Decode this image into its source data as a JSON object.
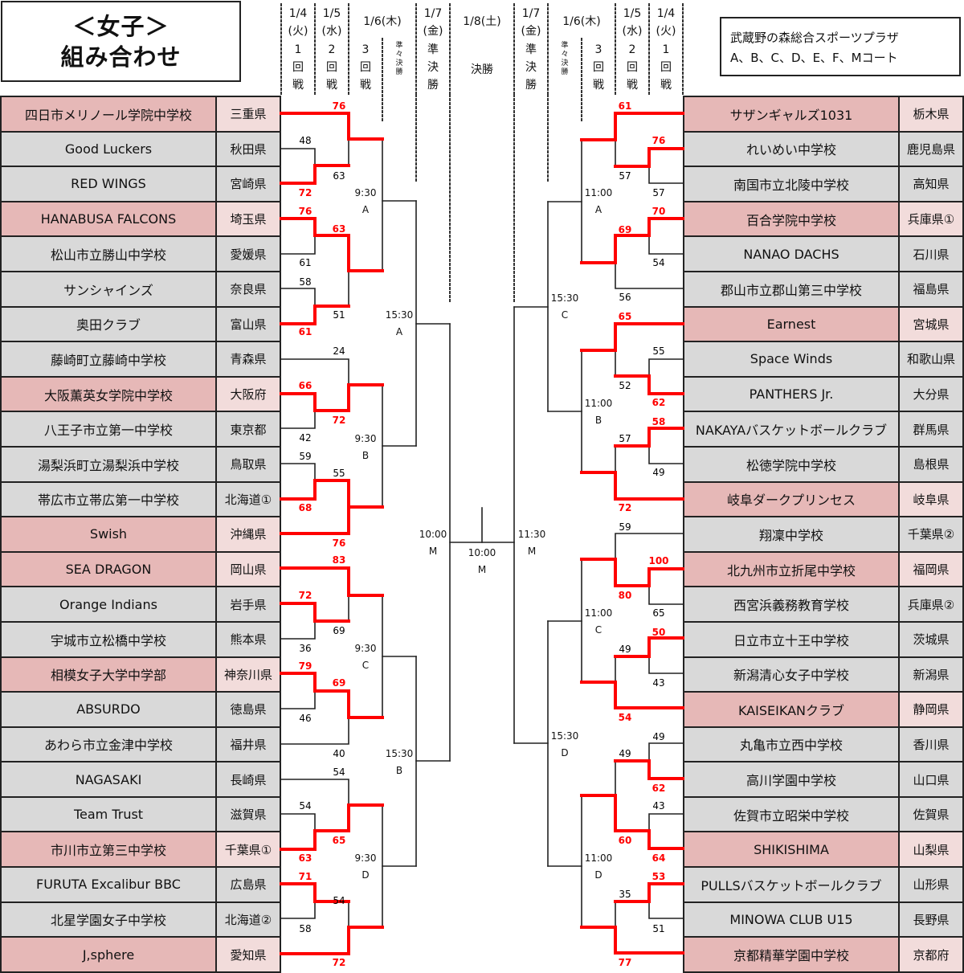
{
  "title": {
    "line1": "＜女子＞",
    "line2": "組み合わせ"
  },
  "venue": {
    "line1": "武蔵野の森総合スポーツプラザ",
    "line2": "A、B、C、D、E、F、Mコート"
  },
  "header": {
    "left_cols": [
      {
        "lines": [
          "1/4",
          "(火)",
          "1",
          "回",
          "戦"
        ]
      },
      {
        "lines": [
          "1/5",
          "(水)",
          "2",
          "回",
          "戦"
        ]
      },
      {
        "lines": [
          "",
          "",
          "3",
          "回",
          "戦"
        ]
      },
      {
        "lines": [
          "準",
          "々",
          "決",
          "勝"
        ],
        "small": true
      },
      {
        "lines": [
          "1/7",
          "(金)",
          "準",
          "決",
          "勝"
        ]
      }
    ],
    "left_span_date": "1/6(木)",
    "final_date": "1/8(土)",
    "final_label": "決勝",
    "right_cols": [
      {
        "lines": [
          "1/7",
          "(金)",
          "準",
          "決",
          "勝"
        ]
      },
      {
        "lines": [
          "準",
          "々",
          "決",
          "勝"
        ],
        "small": true
      },
      {
        "lines": [
          "",
          "",
          "3",
          "回",
          "戦"
        ]
      },
      {
        "lines": [
          "1/5",
          "(水)",
          "2",
          "回",
          "戦"
        ]
      },
      {
        "lines": [
          "1/4",
          "(火)",
          "1",
          "回",
          "戦"
        ]
      }
    ],
    "right_span_date": "1/6(木)"
  },
  "colors": {
    "seed_name": "#e6b8b7",
    "seed_pref": "#f2dcdb",
    "normal": "#d9d9d9",
    "winner_line": "#ff0000"
  },
  "left_teams": [
    {
      "name": "四日市メリノール学院中学校",
      "pref": "三重県",
      "seed": true
    },
    {
      "name": "Good Luckers",
      "pref": "秋田県"
    },
    {
      "name": "RED WINGS",
      "pref": "宮崎県"
    },
    {
      "name": "HANABUSA FALCONS",
      "pref": "埼玉県",
      "seed": true
    },
    {
      "name": "松山市立勝山中学校",
      "pref": "愛媛県"
    },
    {
      "name": "サンシャインズ",
      "pref": "奈良県"
    },
    {
      "name": "奥田クラブ",
      "pref": "富山県"
    },
    {
      "name": "藤崎町立藤崎中学校",
      "pref": "青森県"
    },
    {
      "name": "大阪薫英女学院中学校",
      "pref": "大阪府",
      "seed": true
    },
    {
      "name": "八王子市立第一中学校",
      "pref": "東京都"
    },
    {
      "name": "湯梨浜町立湯梨浜中学校",
      "pref": "鳥取県"
    },
    {
      "name": "帯広市立帯広第一中学校",
      "pref": "北海道①"
    },
    {
      "name": "Swish",
      "pref": "沖縄県",
      "seed": true
    },
    {
      "name": "SEA DRAGON",
      "pref": "岡山県",
      "seed": true
    },
    {
      "name": "Orange Indians",
      "pref": "岩手県"
    },
    {
      "name": "宇城市立松橋中学校",
      "pref": "熊本県"
    },
    {
      "name": "相模女子大学中学部",
      "pref": "神奈川県",
      "seed": true
    },
    {
      "name": "ABSURDO",
      "pref": "徳島県"
    },
    {
      "name": "あわら市立金津中学校",
      "pref": "福井県"
    },
    {
      "name": "NAGASAKI",
      "pref": "長崎県"
    },
    {
      "name": "Team Trust",
      "pref": "滋賀県"
    },
    {
      "name": "市川市立第三中学校",
      "pref": "千葉県①",
      "seed": true
    },
    {
      "name": "FURUTA Excalibur BBC",
      "pref": "広島県"
    },
    {
      "name": "北星学園女子中学校",
      "pref": "北海道②"
    },
    {
      "name": "J,sphere",
      "pref": "愛知県",
      "seed": true
    }
  ],
  "right_teams": [
    {
      "name": "サザンギャルズ1031",
      "pref": "栃木県",
      "seed": true
    },
    {
      "name": "れいめい中学校",
      "pref": "鹿児島県"
    },
    {
      "name": "南国市立北陵中学校",
      "pref": "高知県"
    },
    {
      "name": "百合学院中学校",
      "pref": "兵庫県①",
      "seed": true
    },
    {
      "name": "NANAO DACHS",
      "pref": "石川県"
    },
    {
      "name": "郡山市立郡山第三中学校",
      "pref": "福島県"
    },
    {
      "name": "Earnest",
      "pref": "宮城県",
      "seed": true
    },
    {
      "name": "Space Winds",
      "pref": "和歌山県"
    },
    {
      "name": "PANTHERS Jr.",
      "pref": "大分県"
    },
    {
      "name": "NAKAYAバスケットボールクラブ",
      "pref": "群馬県"
    },
    {
      "name": "松徳学院中学校",
      "pref": "島根県"
    },
    {
      "name": "岐阜ダークプリンセス",
      "pref": "岐阜県",
      "seed": true
    },
    {
      "name": "翔凜中学校",
      "pref": "千葉県②"
    },
    {
      "name": "北九州市立折尾中学校",
      "pref": "福岡県",
      "seed": true
    },
    {
      "name": "西宮浜義務教育学校",
      "pref": "兵庫県②"
    },
    {
      "name": "日立市立十王中学校",
      "pref": "茨城県"
    },
    {
      "name": "新潟清心女子中学校",
      "pref": "新潟県"
    },
    {
      "name": "KAISEIKANクラブ",
      "pref": "静岡県",
      "seed": true
    },
    {
      "name": "丸亀市立西中学校",
      "pref": "香川県"
    },
    {
      "name": "高川学園中学校",
      "pref": "山口県"
    },
    {
      "name": "佐賀市立昭栄中学校",
      "pref": "佐賀県"
    },
    {
      "name": "SHIKISHIMA",
      "pref": "山梨県",
      "seed": true
    },
    {
      "name": "PULLSバスケットボールクラブ",
      "pref": "山形県"
    },
    {
      "name": "MINOWA CLUB U15",
      "pref": "長野県"
    },
    {
      "name": "京都精華学園中学校",
      "pref": "京都府",
      "seed": true
    }
  ],
  "left_scores": [
    {
      "v": "76",
      "w": true
    },
    {
      "v": "48"
    },
    {
      "v": "72",
      "w": true
    },
    {
      "v": "63"
    },
    {
      "v": "76",
      "w": true
    },
    {
      "v": "63",
      "w": true
    },
    {
      "v": "61"
    },
    {
      "v": "58"
    },
    {
      "v": "61",
      "w": true
    },
    {
      "v": "51"
    },
    {
      "v": "24"
    },
    {
      "v": "66",
      "w": true
    },
    {
      "v": "72",
      "w": true
    },
    {
      "v": "42"
    },
    {
      "v": "59"
    },
    {
      "v": "55"
    },
    {
      "v": "68",
      "w": true
    },
    {
      "v": "76",
      "w": true
    },
    {
      "v": "83",
      "w": true
    },
    {
      "v": "72",
      "w": true
    },
    {
      "v": "69"
    },
    {
      "v": "36"
    },
    {
      "v": "79",
      "w": true
    },
    {
      "v": "69",
      "w": true
    },
    {
      "v": "46"
    },
    {
      "v": "40"
    },
    {
      "v": "54"
    },
    {
      "v": "54"
    },
    {
      "v": "65",
      "w": true
    },
    {
      "v": "63",
      "w": true
    },
    {
      "v": "71",
      "w": true
    },
    {
      "v": "54"
    },
    {
      "v": "58"
    },
    {
      "v": "72",
      "w": true
    }
  ],
  "right_scores": [
    {
      "v": "61",
      "w": true
    },
    {
      "v": "76",
      "w": true
    },
    {
      "v": "57"
    },
    {
      "v": "57"
    },
    {
      "v": "70",
      "w": true
    },
    {
      "v": "69",
      "w": true
    },
    {
      "v": "54"
    },
    {
      "v": "56"
    },
    {
      "v": "65",
      "w": true
    },
    {
      "v": "55"
    },
    {
      "v": "52"
    },
    {
      "v": "62",
      "w": true
    },
    {
      "v": "58",
      "w": true
    },
    {
      "v": "57"
    },
    {
      "v": "49"
    },
    {
      "v": "72",
      "w": true
    },
    {
      "v": "59"
    },
    {
      "v": "100",
      "w": true
    },
    {
      "v": "80",
      "w": true
    },
    {
      "v": "65"
    },
    {
      "v": "50",
      "w": true
    },
    {
      "v": "49"
    },
    {
      "v": "43"
    },
    {
      "v": "54",
      "w": true
    },
    {
      "v": "49"
    },
    {
      "v": "49"
    },
    {
      "v": "62",
      "w": true
    },
    {
      "v": "43"
    },
    {
      "v": "60",
      "w": true
    },
    {
      "v": "64",
      "w": true
    },
    {
      "v": "53",
      "w": true
    },
    {
      "v": "35"
    },
    {
      "v": "51"
    },
    {
      "v": "77",
      "w": true
    }
  ],
  "schedule": [
    {
      "time": "9:30",
      "court": "A"
    },
    {
      "time": "15:30",
      "court": "A"
    },
    {
      "time": "9:30",
      "court": "B"
    },
    {
      "time": "9:30",
      "court": "C"
    },
    {
      "time": "15:30",
      "court": "B"
    },
    {
      "time": "9:30",
      "court": "D"
    },
    {
      "time": "10:00",
      "court": "M"
    },
    {
      "time": "10:00",
      "court": "M"
    },
    {
      "time": "11:00",
      "court": "A"
    },
    {
      "time": "15:30",
      "court": "C"
    },
    {
      "time": "11:00",
      "court": "B"
    },
    {
      "time": "11:30",
      "court": "M"
    },
    {
      "time": "11:00",
      "court": "C"
    },
    {
      "time": "15:30",
      "court": "D"
    },
    {
      "time": "11:00",
      "court": "D"
    }
  ]
}
